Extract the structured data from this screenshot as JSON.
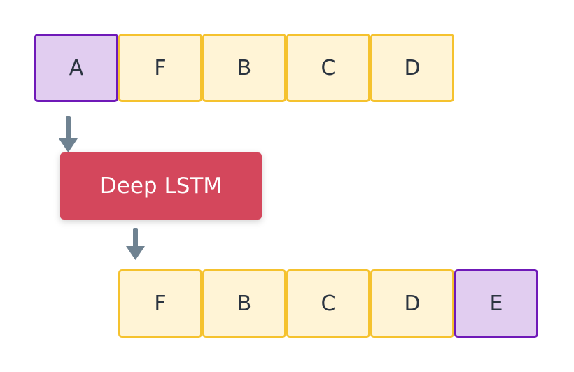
{
  "input_sequence": {
    "cells": [
      {
        "label": "A",
        "highlight": true
      },
      {
        "label": "F",
        "highlight": false
      },
      {
        "label": "B",
        "highlight": false
      },
      {
        "label": "C",
        "highlight": false
      },
      {
        "label": "D",
        "highlight": false
      }
    ]
  },
  "model": {
    "label": "Deep LSTM",
    "color": "#d4475c"
  },
  "output_sequence": {
    "cells": [
      {
        "label": "F",
        "highlight": false
      },
      {
        "label": "B",
        "highlight": false
      },
      {
        "label": "C",
        "highlight": false
      },
      {
        "label": "D",
        "highlight": false
      },
      {
        "label": "E",
        "highlight": true
      }
    ]
  },
  "colors": {
    "cell_fill": "#fff4d6",
    "cell_border": "#f5c22e",
    "highlight_fill": "#e1cdf0",
    "highlight_border": "#6f19b8",
    "arrow": "#6f8291"
  }
}
